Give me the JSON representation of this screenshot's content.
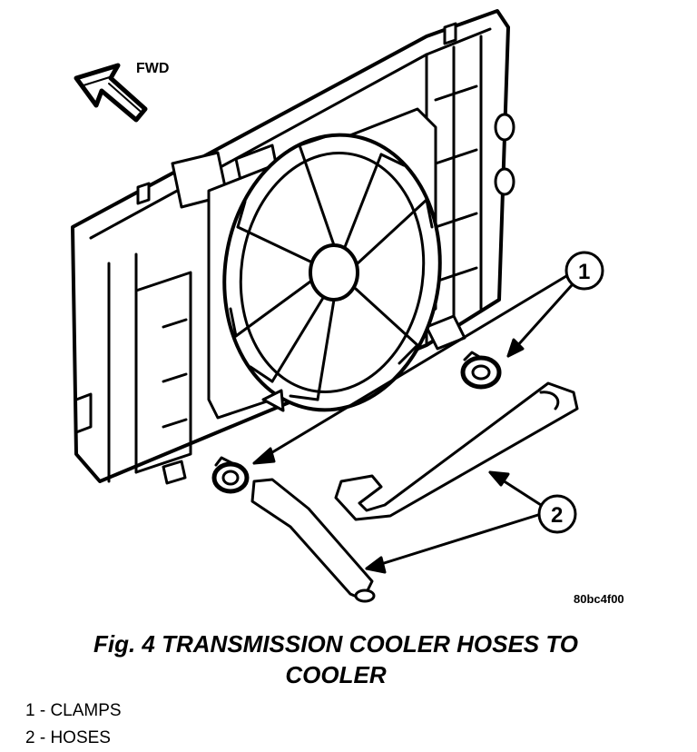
{
  "figure": {
    "fwd_label": "FWD",
    "callout_1": "1",
    "callout_2": "2",
    "image_code": "80bc4f00",
    "caption_line1": "Fig. 4 TRANSMISSION COOLER HOSES TO",
    "caption_line2": "COOLER"
  },
  "legend": [
    "1 - CLAMPS",
    "2 - HOSES"
  ]
}
